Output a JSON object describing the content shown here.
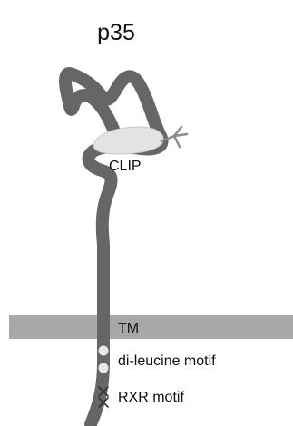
{
  "title": "p35",
  "labels": {
    "clip": "CLIP",
    "tm": "TM",
    "dileucine": "di-leucine motif",
    "rxr": "RXR motif"
  },
  "colors": {
    "background": "#ffffff",
    "protein_chain": "#666666",
    "membrane": "#a8a8a8",
    "clip_region": "#e3e3e3",
    "dileucine_dot": "#e8e8e8",
    "rxr_mark": "#333333",
    "text": "#111111"
  },
  "icons": {
    "glycan": "branched-sugar-icon",
    "rxr_marker": "x-mark-icon",
    "dileucine_marker": "dot-icon"
  }
}
